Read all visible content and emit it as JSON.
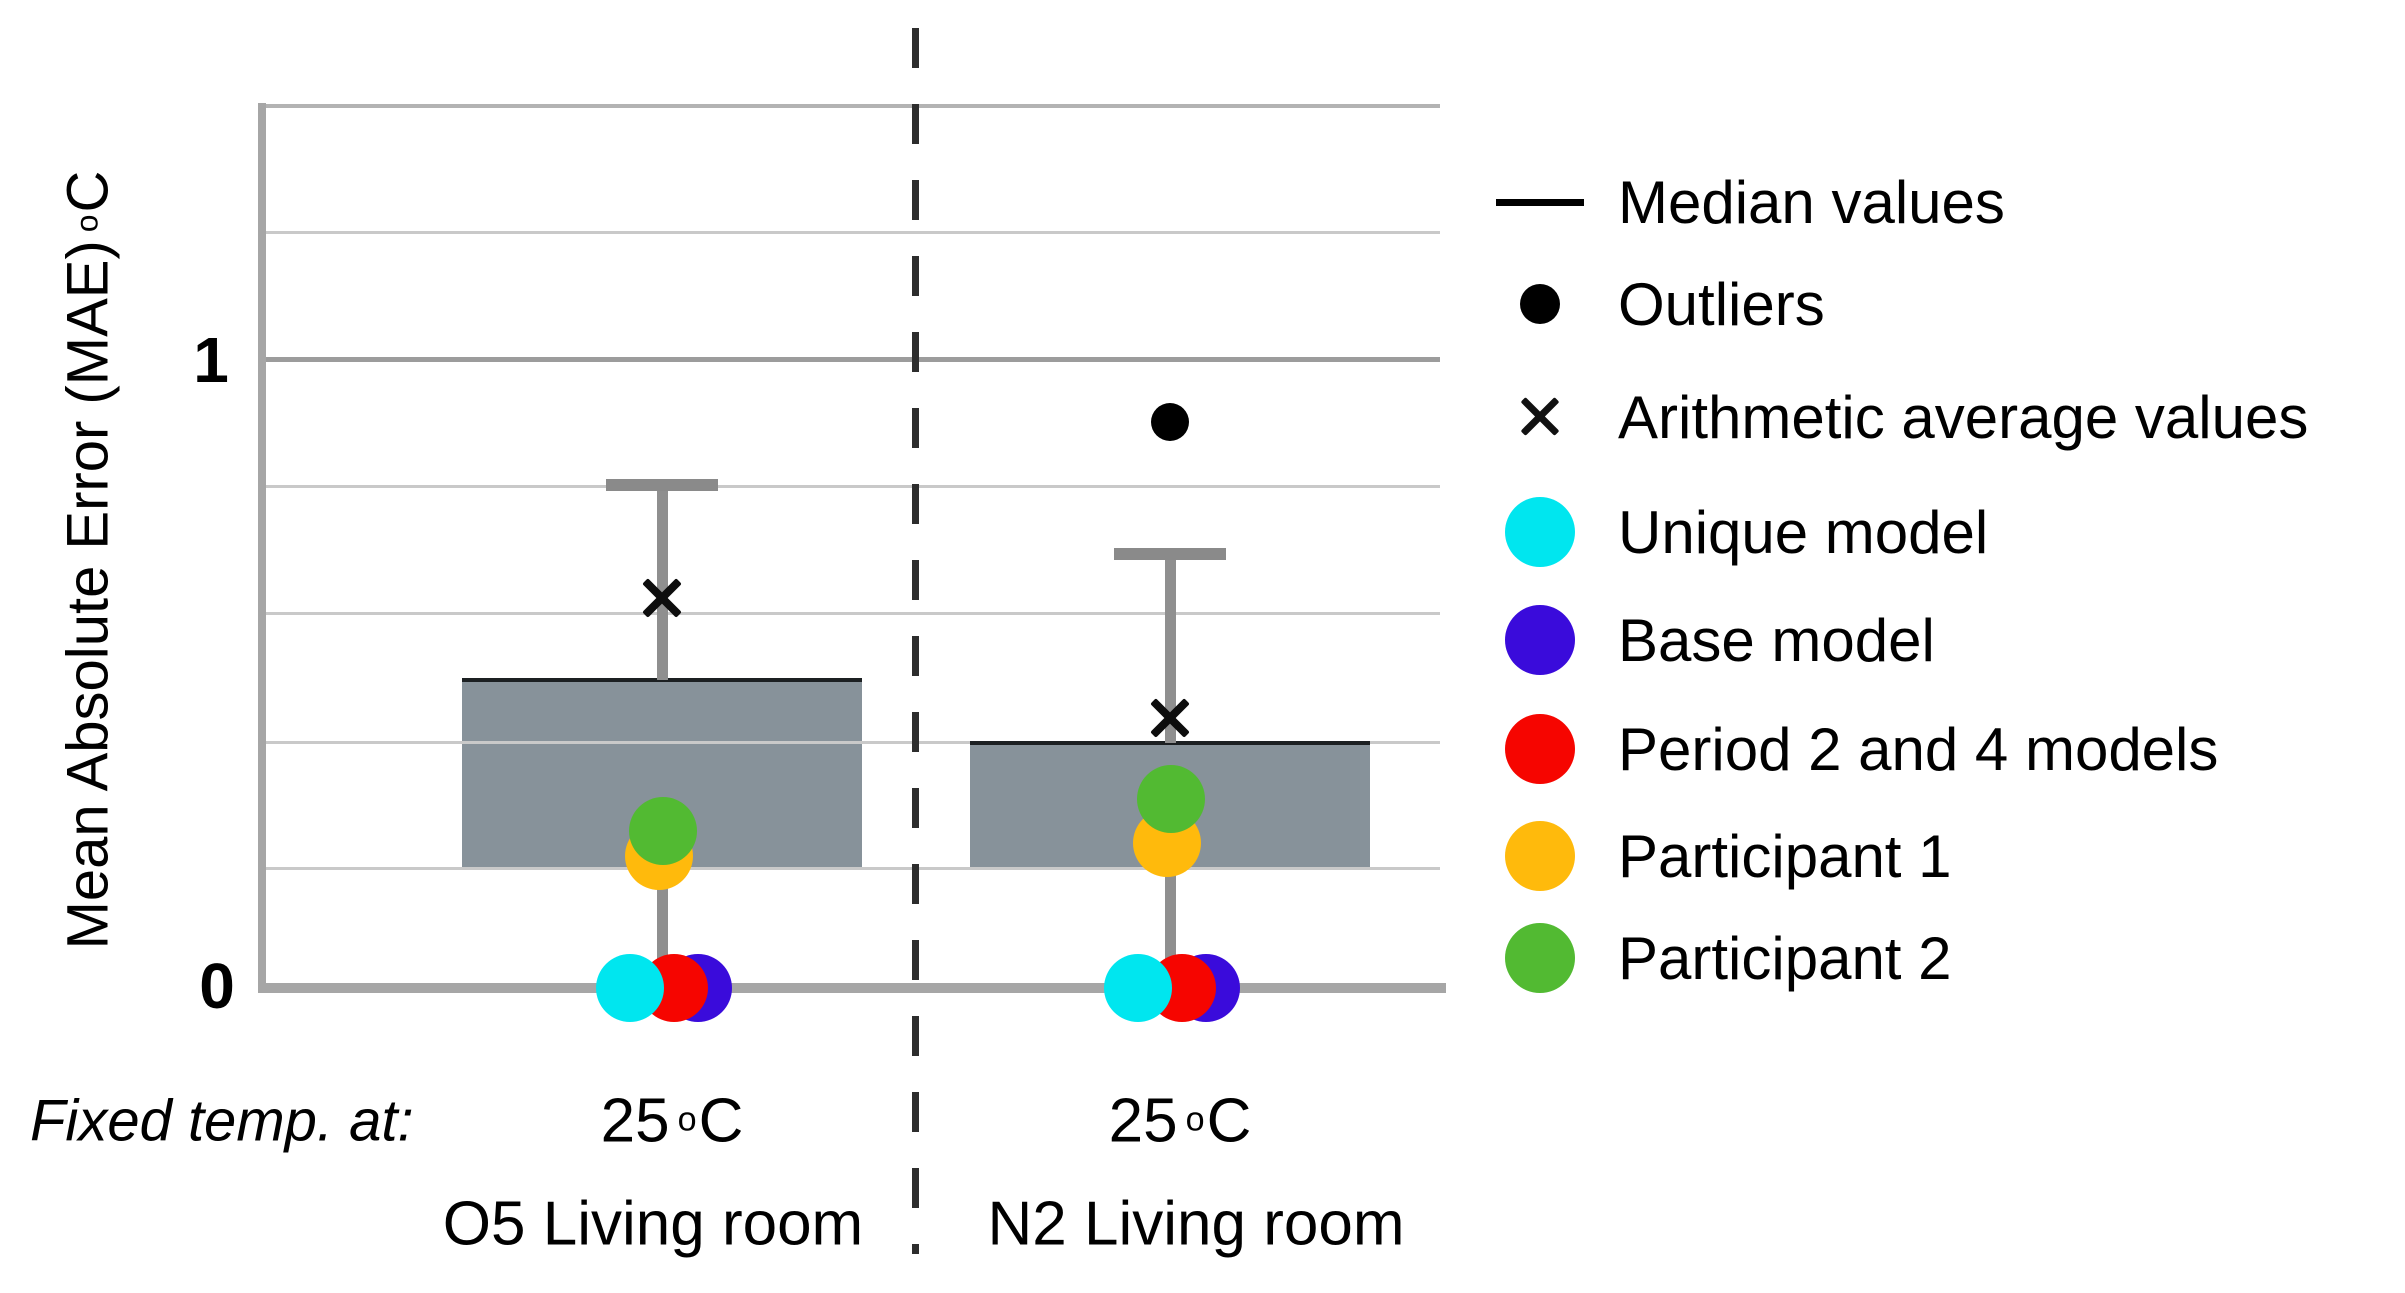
{
  "figure": {
    "y_axis": {
      "label_main": "Mean Absolute Error (MAE)",
      "deg": "o",
      "unit": "C",
      "tick_top": "1",
      "tick_bottom": "0"
    },
    "x_axis": {
      "prefix_label": "Fixed temp. at:",
      "groups": [
        {
          "temp_value": "25",
          "deg": "o",
          "temp_unit": "C"
        },
        {
          "temp_value": "25",
          "deg": "o",
          "temp_unit": "C"
        }
      ]
    },
    "legend": {
      "items": [
        {
          "label": "Median values",
          "icon": "median-line"
        },
        {
          "label": "Outliers",
          "icon": "outlier-dot"
        },
        {
          "label": "Arithmetic average values",
          "icon": "x-marker"
        },
        {
          "label": "Unique model",
          "icon": "circle",
          "color_key": "unique_model"
        },
        {
          "label": "Base model",
          "icon": "circle",
          "color_key": "base_model"
        },
        {
          "label": "Period 2 and 4 models",
          "icon": "circle",
          "color_key": "period_models"
        },
        {
          "label": "Participant 1",
          "icon": "circle",
          "color_key": "participant1"
        },
        {
          "label": "Participant 2",
          "icon": "circle",
          "color_key": "participant2"
        }
      ]
    }
  },
  "chart_data": {
    "type": "boxplot",
    "title": "",
    "ylabel": "Mean Absolute Error (MAE) °C",
    "ylim": [
      0,
      1.45
    ],
    "yticks": [
      0,
      1
    ],
    "grid": "horizontal",
    "legend_position": "right",
    "categories": [
      "O5 Living room",
      "N2 Living room"
    ],
    "fixed_temp": [
      "25 °C",
      "25 °C"
    ],
    "boxes": [
      {
        "category": "O5 Living room",
        "whisker_low": 0.0,
        "q1": 0.19,
        "median": 0.49,
        "q3": 0.49,
        "whisker_high": 0.8,
        "mean": 0.62,
        "outliers": [],
        "points": [
          {
            "label": "Base model",
            "key": "base_model",
            "value": 0.0
          },
          {
            "label": "Period 2 and 4 models",
            "key": "period_models",
            "value": 0.0
          },
          {
            "label": "Unique model",
            "key": "unique_model",
            "value": 0.0
          },
          {
            "label": "Participant 1",
            "key": "participant1",
            "value": 0.21
          },
          {
            "label": "Participant 2",
            "key": "participant2",
            "value": 0.25
          }
        ]
      },
      {
        "category": "N2 Living room",
        "whisker_low": 0.0,
        "q1": 0.19,
        "median": 0.39,
        "q3": 0.39,
        "whisker_high": 0.69,
        "mean": 0.43,
        "outliers": [
          0.9
        ],
        "points": [
          {
            "label": "Base model",
            "key": "base_model",
            "value": 0.0
          },
          {
            "label": "Period 2 and 4 models",
            "key": "period_models",
            "value": 0.0
          },
          {
            "label": "Unique model",
            "key": "unique_model",
            "value": 0.0
          },
          {
            "label": "Participant 1",
            "key": "participant1",
            "value": 0.23
          },
          {
            "label": "Participant 2",
            "key": "participant2",
            "value": 0.3
          }
        ]
      }
    ],
    "colors": {
      "box_fill": "#87929a",
      "median_line": "#1c2022",
      "whisker": "#8f8f8f",
      "whisker_cap": "#8a8a8a",
      "axis": "#a6a6a6",
      "gridline": "#c9c9c9",
      "outlier": "#000000",
      "mean_marker": "#0d0d0d",
      "unique_model": "#00e6ef",
      "base_model": "#3a0bdb",
      "period_models": "#f60500",
      "participant1": "#ffba0c",
      "participant2": "#52ba32"
    }
  }
}
